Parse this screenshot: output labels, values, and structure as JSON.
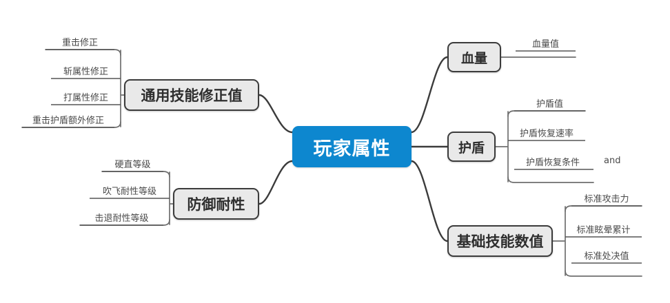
{
  "diagram": {
    "type": "mind-map",
    "title": "玩家属性",
    "root": {
      "label": "玩家属性",
      "color": "#0d87cf",
      "text_color": "#ffffff"
    },
    "node_style": {
      "branch_fill": "#e9e9e9",
      "branch_border": "#3b3b3b",
      "leaf_text": "#4a4a4a",
      "connector": "#3b3b3b"
    },
    "branches": [
      {
        "id": "general-skill-modifiers",
        "label": "通用技能修正值",
        "side": "left",
        "leaves": [
          "重击修正",
          "斩属性修正",
          "打属性修正",
          "重击护盾额外修正"
        ]
      },
      {
        "id": "defense-resistance",
        "label": "防御耐性",
        "side": "left",
        "leaves": [
          "硬直等级",
          "吹飞耐性等级",
          "击退耐性等级"
        ]
      },
      {
        "id": "health",
        "label": "血量",
        "side": "right",
        "leaves": [
          "血量值"
        ]
      },
      {
        "id": "shield",
        "label": "护盾",
        "side": "right",
        "leaves": [
          "护盾值",
          "护盾恢复速率",
          "护盾恢复条件"
        ]
      },
      {
        "id": "base-skill-values",
        "label": "基础技能数值",
        "side": "right",
        "leaves": [
          "标准攻击力",
          "标准眩晕累计",
          "标准处决值"
        ]
      }
    ],
    "annotations": [
      {
        "id": "and-label",
        "text": "and"
      }
    ]
  }
}
